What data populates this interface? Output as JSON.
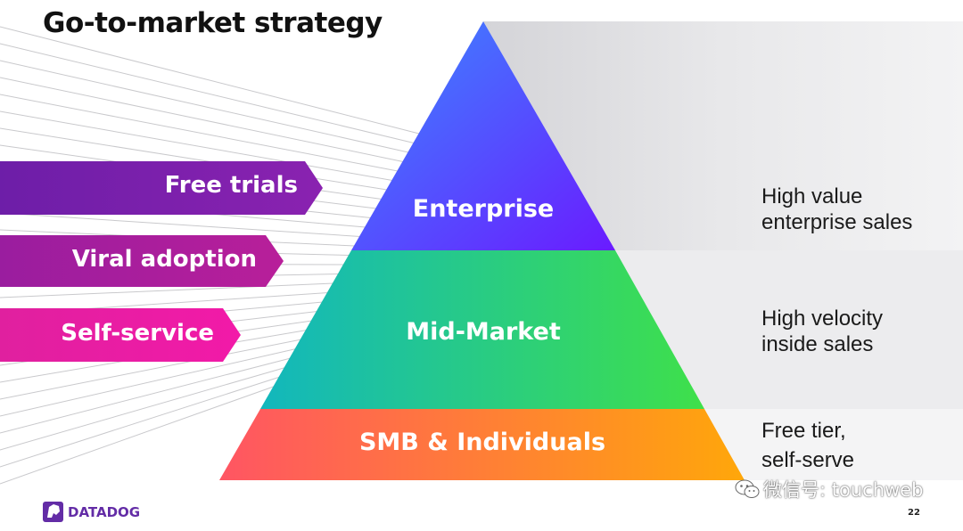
{
  "slide": {
    "title": "Go-to-market strategy",
    "page_number": "22"
  },
  "pyramid": {
    "tiers": [
      {
        "label": "Enterprise",
        "description": [
          "High value",
          "enterprise sales"
        ]
      },
      {
        "label": "Mid-Market",
        "description": [
          "High velocity",
          "inside sales"
        ]
      },
      {
        "label": "SMB & Individuals",
        "description": [
          "Free tier,",
          "self-serve"
        ]
      }
    ]
  },
  "channels": [
    {
      "label": "Free trials"
    },
    {
      "label": "Viral adoption"
    },
    {
      "label": "Self-service"
    }
  ],
  "logo": {
    "text": "DATADOG"
  },
  "watermark": {
    "text": "微信号: touchweb"
  },
  "colors": {
    "enterprise": [
      "#2f7dff",
      "#6a1bff"
    ],
    "mid_market": [
      "#10b9b9",
      "#3ae04a"
    ],
    "smb": [
      "#ff5a5a",
      "#ffa40a"
    ],
    "free_trials_arrow": "#7a1fa8",
    "viral_adoption_arrow": "#a91d9b",
    "self_service_arrow": "#e81da8",
    "logo": "#632ca6"
  }
}
